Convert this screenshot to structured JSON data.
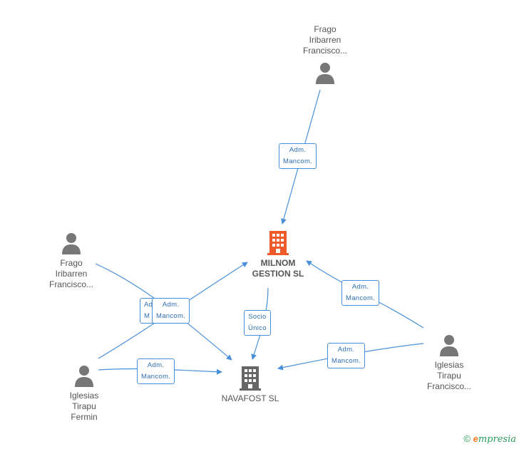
{
  "nodes": {
    "person_top": {
      "lines": [
        "Frago",
        "Iribarren",
        "Francisco..."
      ]
    },
    "person_left": {
      "lines": [
        "Frago",
        "Iribarren",
        "Francisco..."
      ]
    },
    "person_bottom_left": {
      "lines": [
        "Iglesias",
        "Tirapu",
        "Fermin"
      ]
    },
    "person_right": {
      "lines": [
        "Iglesias",
        "Tirapu",
        "Francisco..."
      ]
    },
    "milnom": {
      "lines": [
        "MILNOM",
        "GESTION SL"
      ],
      "color": "#f05a28"
    },
    "navafost": {
      "lines": [
        "NAVAFOST SL"
      ],
      "color": "#666666"
    }
  },
  "edges": {
    "top_to_milnom": [
      "Adm.",
      "Mancom."
    ],
    "left_to_milnom_hidden": [
      "Adm.",
      "M"
    ],
    "left_to_navafost": [
      "Adm.",
      "Mancom."
    ],
    "fermin_to_navafost": [
      "Adm.",
      "Mancom."
    ],
    "milnom_to_navafost": [
      "Socio",
      "Único"
    ],
    "right_to_milnom": [
      "Adm.",
      "Mancom."
    ],
    "right_to_navafost": [
      "Adm.",
      "Mancom."
    ]
  },
  "footer": {
    "copyright": "©",
    "brand_e": "e",
    "brand_rest": "mpresia"
  },
  "colors": {
    "edge": "#4a90d9",
    "person_icon": "#777777"
  }
}
